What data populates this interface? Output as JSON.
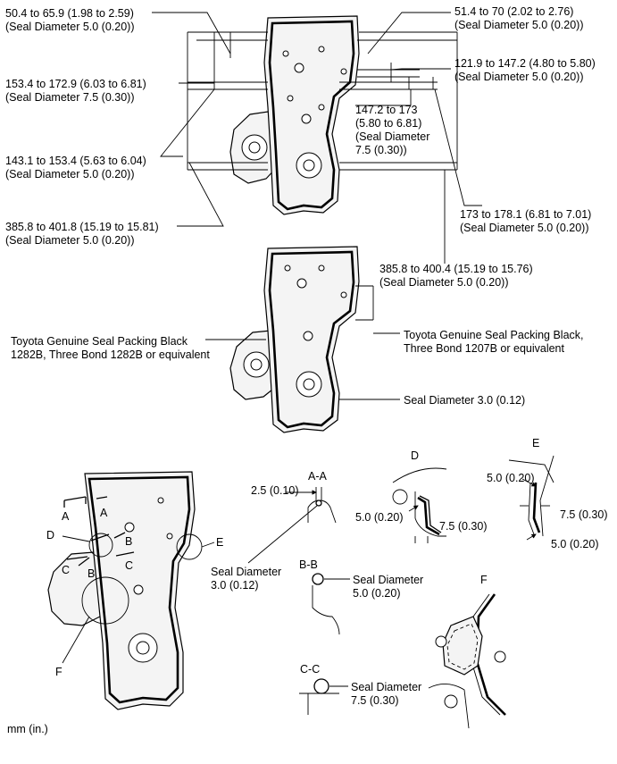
{
  "top_labels": {
    "l1_a": "50.4 to 65.9 (1.98 to 2.59)",
    "l1_b": "(Seal Diameter 5.0 (0.20))",
    "l2_a": "153.4 to 172.9 (6.03 to 6.81)",
    "l2_b": "(Seal Diameter 7.5 (0.30))",
    "l3_a": "143.1 to 153.4 (5.63 to 6.04)",
    "l3_b": "(Seal Diameter 5.0 (0.20))",
    "l4_a": "385.8 to 401.8 (15.19 to 15.81)",
    "l4_b": "(Seal Diameter 5.0 (0.20))",
    "r1_a": "51.4 to 70 (2.02 to 2.76)",
    "r1_b": "(Seal Diameter 5.0 (0.20))",
    "r2_a": "121.9 to 147.2 (4.80 to 5.80)",
    "r2_b": "(Seal Diameter 5.0 (0.20))",
    "r3_a": "147.2 to 173",
    "r3_b": "(5.80 to 6.81)",
    "r3_c": "(Seal Diameter",
    "r3_d": "7.5 (0.30))",
    "r4_a": "173 to 178.1 (6.81 to 7.01)",
    "r4_b": "(Seal Diameter 5.0 (0.20))",
    "r5_a": "385.8 to 400.4 (15.19 to 15.76)",
    "r5_b": "(Seal Diameter 5.0 (0.20))"
  },
  "middle_labels": {
    "left_a": "Toyota Genuine Seal Packing Black",
    "left_b": "1282B, Three Bond 1282B or equivalent",
    "right_a": "Toyota Genuine Seal Packing Black,",
    "right_b": "Three Bond 1207B or equivalent",
    "seal_3": "Seal Diameter 3.0 (0.12)"
  },
  "bottom_labels": {
    "sec_aa": "A-A",
    "aa_dim": "2.5 (0.10)",
    "aa_seal_a": "Seal Diameter",
    "aa_seal_b": "3.0 (0.12)",
    "sec_d": "D",
    "d_dim1": "5.0 (0.20)",
    "d_dim2": "7.5 (0.30)",
    "sec_e": "E",
    "e_dim1": "5.0 (0.20)",
    "e_dim2": "7.5 (0.30)",
    "e_dim3": "5.0 (0.20)",
    "sec_bb": "B-B",
    "bb_seal_a": "Seal Diameter",
    "bb_seal_b": "5.0 (0.20)",
    "sec_cc": "C-C",
    "cc_seal_a": "Seal Diameter",
    "cc_seal_b": "7.5 (0.30)",
    "sec_f": "F",
    "letter_a1": "A",
    "letter_a2": "A",
    "letter_b1": "B",
    "letter_b2": "B",
    "letter_c1": "C",
    "letter_c2": "C",
    "letter_d": "D",
    "letter_e": "E",
    "letter_f": "F",
    "units": "mm (in.)"
  }
}
